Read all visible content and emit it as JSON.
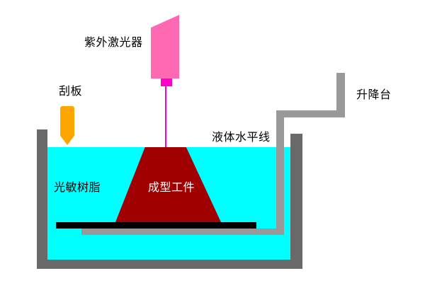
{
  "diagram": {
    "labels": {
      "uv_laser": "紫外激光器",
      "scraper": "刮板",
      "lift_platform": "升降台",
      "liquid_level_line": "液体水平线",
      "photosensitive_resin": "光敏树脂",
      "formed_workpiece": "成型工件"
    },
    "colors": {
      "laser_body": "#FF69B4",
      "laser_nozzle": "#FF00CC",
      "laser_beam": "#FF00CC",
      "scraper": "#FFA500",
      "liquid": "#00FFFF",
      "workpiece": "#A00000",
      "platform": "#000000",
      "arm": "#999999",
      "tank": "#696969",
      "background": "#FFFFFF",
      "label_text": "#000000",
      "workpiece_label_text": "#FFFFFF"
    }
  }
}
